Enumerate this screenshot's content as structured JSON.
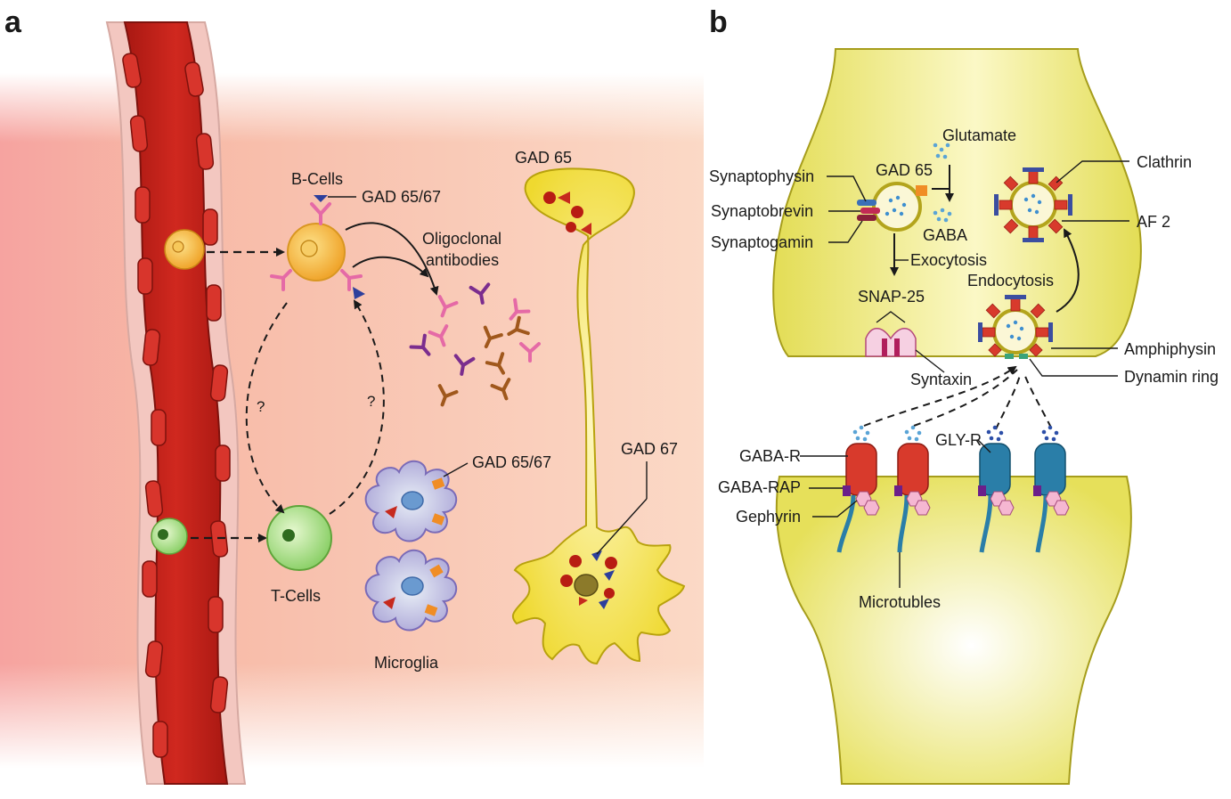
{
  "panel_a": {
    "letter": "a",
    "labels": {
      "b_cells": "B-Cells",
      "gad_6567_bcell": "GAD 65/67",
      "oligoclonal_1": "Oligoclonal",
      "oligoclonal_2": "antibodies",
      "question_left": "?",
      "question_right": "?",
      "t_cells": "T-Cells",
      "gad_6567_microglia": "GAD 65/67",
      "microglia": "Microglia",
      "gad_65": "GAD 65",
      "gad_67": "GAD 67"
    }
  },
  "panel_b": {
    "letter": "b",
    "labels": {
      "glutamate": "Glutamate",
      "gad_65": "GAD 65",
      "synaptophysin": "Synaptophysin",
      "synaptobrevin": "Synaptobrevin",
      "synaptogamin": "Synaptogamin",
      "gaba": "GABA",
      "exocytosis": "Exocytosis",
      "snap25": "SNAP-25",
      "syntaxin": "Syntaxin",
      "clathrin": "Clathrin",
      "af2": "AF 2",
      "endocytosis": "Endocytosis",
      "amphiphysin": "Amphiphysin",
      "dynamin_ring": "Dynamin ring",
      "gaba_r": "GABA-R",
      "gly_r": "GLY-R",
      "gaba_rap": "GABA-RAP",
      "gephyrin": "Gephyrin",
      "microtubles": "Microtubles"
    }
  },
  "colors": {
    "vessel_red": "#c0241c",
    "tissue_peach": "#f9d3bd",
    "bcell_orange": "#f2b134",
    "tcell_green": "#8ed16b",
    "neuron_yellow": "#f3e24a",
    "synapse_yellow": "#ede878",
    "gaba_receptor_red": "#d83a2c",
    "gly_receptor_blue": "#2a7ea8"
  }
}
